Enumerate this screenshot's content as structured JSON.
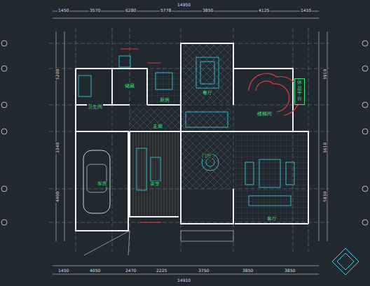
{
  "diagram": {
    "nodes": [
      {
        "text": [
          "车库"
        ]
      },
      {
        "text": [
          "卫生间"
        ]
      },
      {
        "text": [
          "储藏"
        ]
      },
      {
        "text": [
          "厨房"
        ]
      },
      {
        "text": [
          "餐厅"
        ]
      },
      {
        "text": [
          "楼梯间"
        ]
      },
      {
        "text": [
          "休息平台"
        ]
      },
      {
        "text": [
          "走廊"
        ]
      },
      {
        "text": [
          "茶室"
        ]
      },
      {
        "text": [
          "门厅"
        ]
      },
      {
        "text": [
          "客厅"
        ]
      }
    ],
    "labels": [
      "14950",
      "1450",
      "3570",
      "6280",
      "5778",
      "3850",
      "4125",
      "1455",
      "1450",
      "4050",
      "2470",
      "2225",
      "3750",
      "3850",
      "3850",
      "14910",
      "5200",
      "3340",
      "4400",
      "3910",
      "3610",
      "5830"
    ]
  }
}
